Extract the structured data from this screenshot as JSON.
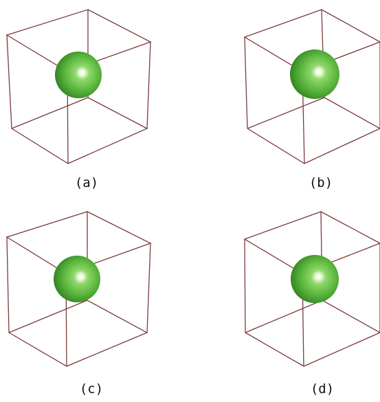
{
  "panels": [
    {
      "label": "(a)"
    },
    {
      "label": "(b)"
    },
    {
      "label": "(c)"
    },
    {
      "label": "(d)"
    }
  ],
  "colors": {
    "cube_edge": "#7a3a3a",
    "sphere_base": "#5fbf3f",
    "sphere_dark": "#2f7a1f",
    "sphere_highlight": "#ffffff"
  }
}
